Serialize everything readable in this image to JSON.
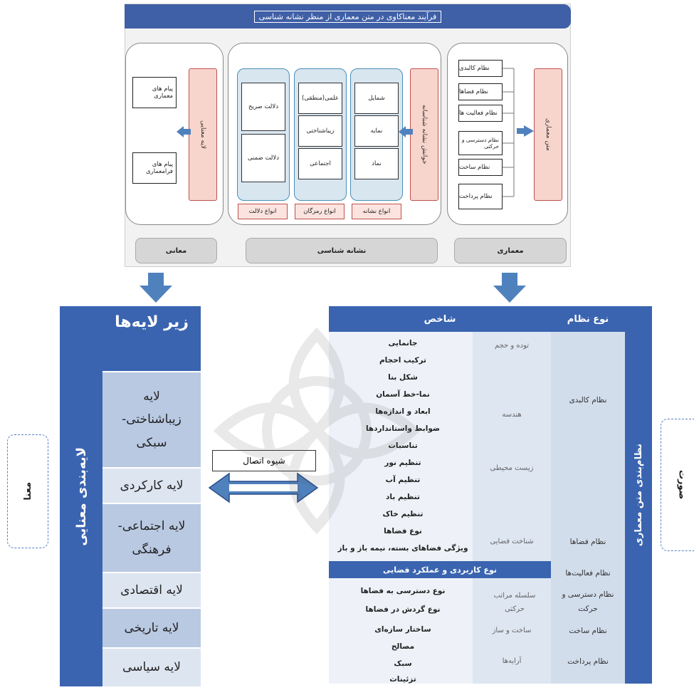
{
  "top": {
    "title": "فرآیند معناکاوی در متن معماری از منظر نشانه شناسی",
    "architecture": {
      "main": "متن معماری",
      "systems": [
        "نظام کالبدی",
        "نظام فضاها",
        "نظام فعالیت ها",
        "نظام دسترسی و حرکتی",
        "نظام ساخت",
        "نظام پرداخت"
      ],
      "footer": "معماری"
    },
    "semiotics": {
      "main": "خوانش نشانه شناسانه",
      "col_signs": [
        "شمایل",
        "نمایه",
        "نماد"
      ],
      "col_codes": [
        "علمی(منطقی)",
        "زیباشناختی",
        "اجتماعی"
      ],
      "col_meanings": [
        "دلالت صریح",
        "دلالت ضمنی"
      ],
      "labels": [
        "انواع نشانه",
        "انواع رمزگان",
        "انواع دلالت"
      ],
      "footer": "نشانه شناسی"
    },
    "meanings": {
      "main": "لایه معنایی",
      "messages": [
        "پیام های معماری",
        "پیام های فرامعماری"
      ],
      "footer": "معانی"
    }
  },
  "left_table": {
    "side_title": "لایه‌بندی معنایی",
    "header": "زیر لایه‌ها",
    "rows": [
      "لایه زیباشناختی- سبکی",
      "لایه کارکردی",
      "لایه اجتماعی- فرهنگی",
      "لایه اقتصادی",
      "لایه تاریخی",
      "لایه سیاسی"
    ]
  },
  "connector": {
    "label": "شیوه اتصال"
  },
  "side_labels": {
    "left": "معنا",
    "right": "صورت"
  },
  "right_table": {
    "side_title": "نظام‌بندی متن معماری",
    "header_index": "شاخص",
    "header_type": "نوع نظام",
    "systems": [
      "نظام کالبدی",
      "نظام فضاها",
      "نظام فعالیت‌ها",
      "نظام دسترسی و حرکت",
      "نظام ساخت",
      "نظام پرداخت"
    ],
    "sub": [
      "توده و حجم",
      "هندسه",
      "زیست محیطی",
      "شناخت فضایی",
      "سلسله مراتب حرکتی",
      "ساخت و ساز",
      "آرایه‌ها"
    ],
    "indices": [
      "جانمایی",
      "ترکیب احجام",
      "شکل بنا",
      "نما-خط آسمان",
      "ابعاد و اندازه‌ها",
      "ضوابط واستانداردها",
      "تناسبات",
      "تنظیم نور",
      "تنظیم آب",
      "تنظیم باد",
      "تنظیم خاک",
      "نوع فضاها",
      "ویژگی فضاهای بسته، نیمه باز و باز",
      "نوع کاربردی و عملکرد فضایی",
      "نوع دسترسی به فضاها",
      "نوع گردش در فضاها",
      "ساختار سازه‌ای",
      "مصالح",
      "سبک",
      "تزئینات"
    ]
  },
  "colors": {
    "blue": "#3a64b0",
    "red_fill": "#f8d5cc",
    "red_border": "#c0504d",
    "arrow_blue": "#4f81bd"
  }
}
